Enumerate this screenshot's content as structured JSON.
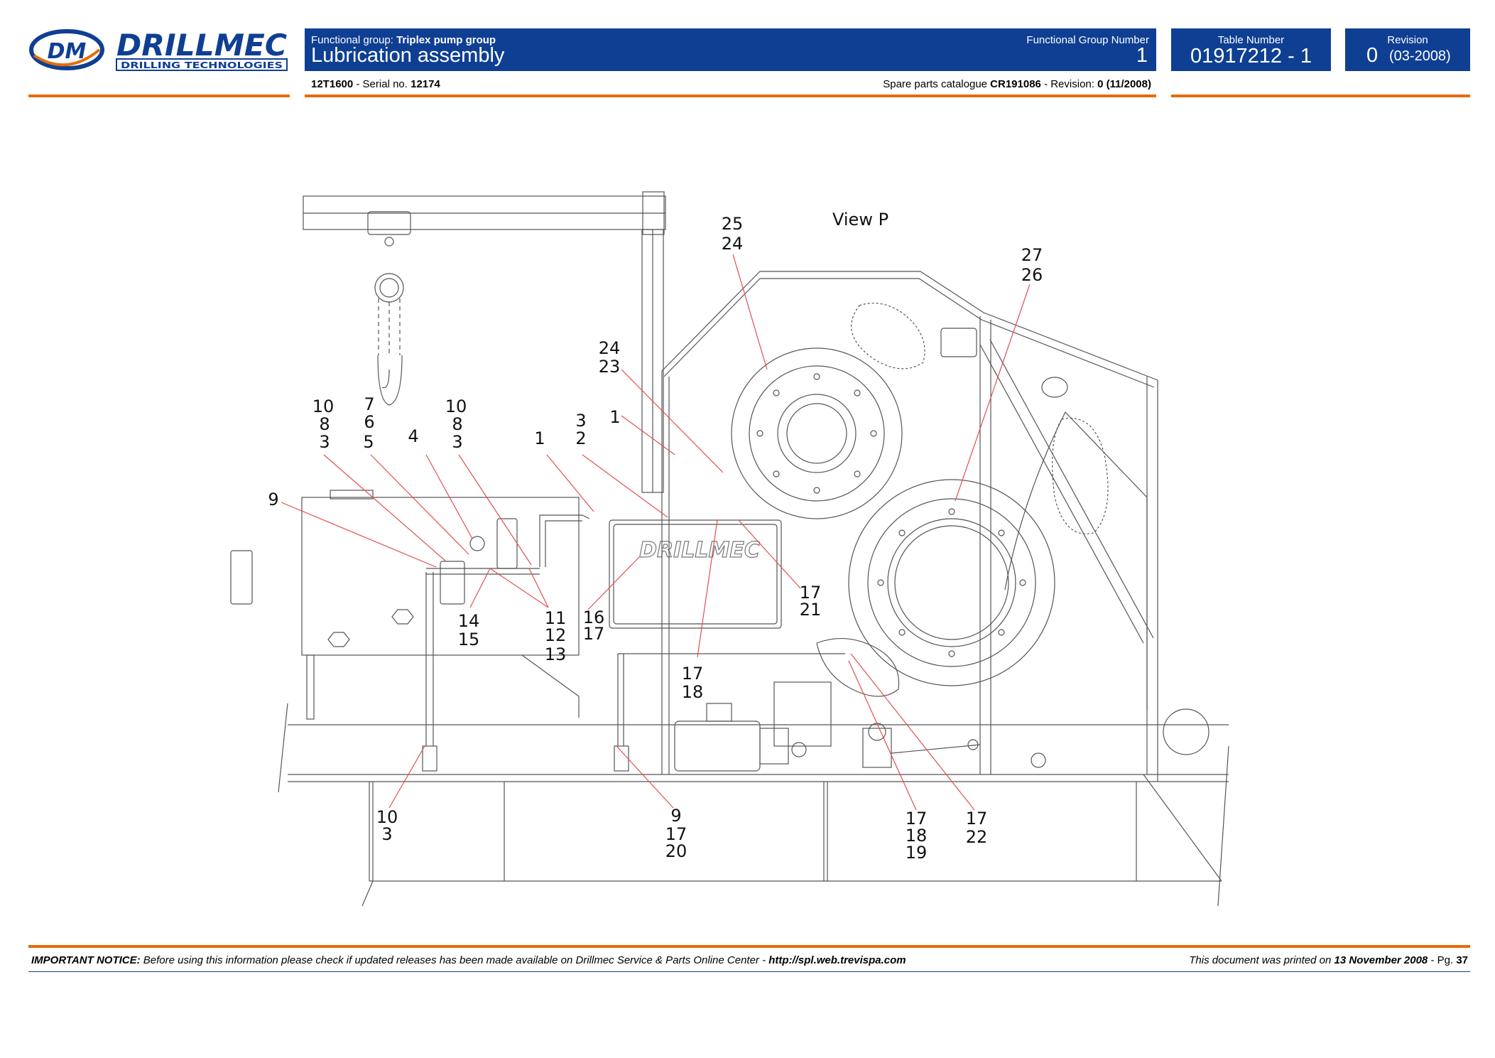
{
  "header": {
    "functional_group_label": "Functional group:",
    "functional_group_name": "Triplex pump group",
    "title": "Lubrication assembly",
    "fg_number_label": "Functional Group Number",
    "fg_number": "1",
    "table_number_label": "Table Number",
    "table_number": "01917212 - 1",
    "revision_label": "Revision",
    "revision_number": "0",
    "revision_date": "(03-2008)",
    "model": "12T1600",
    "serial_label": "- Serial no.",
    "serial": "12174",
    "catalogue_label": "Spare parts catalogue",
    "catalogue": "CR191086",
    "catalogue_revision_label": "- Revision:",
    "catalogue_revision": "0 (11/2008)"
  },
  "logo": {
    "monogram": "DM",
    "brand": "DRILLMEC",
    "tagline": "DRILLING TECHNOLOGIES"
  },
  "drawing": {
    "view_label": "View P",
    "plate_text": "DRILLMEC",
    "callouts": [
      {
        "lines": [
          "10",
          "8",
          "3"
        ]
      },
      {
        "lines": [
          "7",
          "6",
          "5"
        ]
      },
      {
        "lines": [
          "4"
        ]
      },
      {
        "lines": [
          "10",
          "8",
          "3"
        ]
      },
      {
        "lines": [
          "1"
        ]
      },
      {
        "lines": [
          "3",
          "2"
        ]
      },
      {
        "lines": [
          "1"
        ]
      },
      {
        "lines": [
          "24",
          "23"
        ]
      },
      {
        "lines": [
          "25",
          "24"
        ]
      },
      {
        "lines": [
          "27",
          "26"
        ]
      },
      {
        "lines": [
          "9"
        ]
      },
      {
        "lines": [
          "14",
          "15"
        ]
      },
      {
        "lines": [
          "11",
          "12",
          "13"
        ]
      },
      {
        "lines": [
          "16",
          "17"
        ]
      },
      {
        "lines": [
          "17",
          "21"
        ]
      },
      {
        "lines": [
          "17",
          "18"
        ]
      },
      {
        "lines": [
          "10",
          "3"
        ]
      },
      {
        "lines": [
          "9",
          "17",
          "20"
        ]
      },
      {
        "lines": [
          "17",
          "18",
          "19"
        ]
      },
      {
        "lines": [
          "17",
          "22"
        ]
      }
    ]
  },
  "footer": {
    "notice_label": "IMPORTANT NOTICE:",
    "notice_text": "Before using this information please check if updated releases has been made available on Drillmec Service & Parts Online Center -",
    "url": "http://spl.web.trevispa.com",
    "printed_label": "This document was printed on",
    "printed_date": "13 November 2008",
    "page_label": "- Pg.",
    "page": "37"
  },
  "colors": {
    "brand_blue": "#0f3f93",
    "accent_orange": "#e46c0a",
    "leader_red": "#e05050"
  }
}
